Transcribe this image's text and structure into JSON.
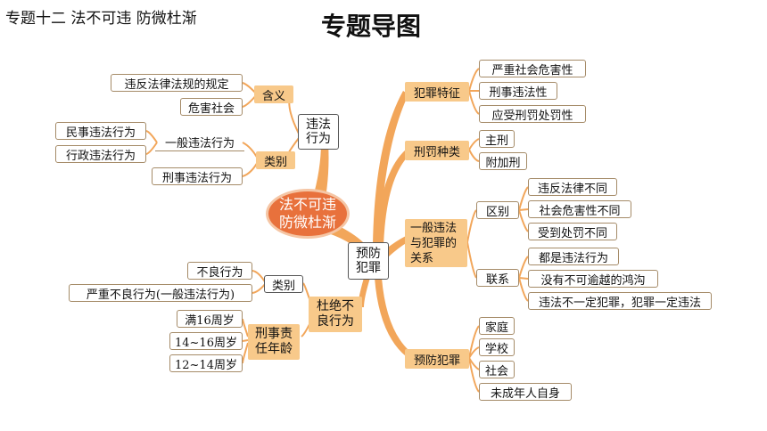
{
  "header": {
    "topic": "专题十二  法不可违  防微杜渐",
    "main_title": "专题导图"
  },
  "center": "法不可违防微杜渐",
  "left": {
    "illegal_act": {
      "label": "违法行为",
      "meaning": {
        "label": "含义",
        "items": [
          "违反法律法规的规定",
          "危害社会"
        ]
      },
      "types": {
        "label": "类别",
        "general_label": "一般违法行为",
        "general_items": [
          "民事违法行为",
          "行政违法行为"
        ],
        "criminal": "刑事违法行为"
      }
    },
    "prevent_bad": {
      "label": "杜绝不良行为",
      "types": {
        "label": "类别",
        "items": [
          "不良行为",
          "严重不良行为(一般违法行为)"
        ]
      },
      "age": {
        "label": "刑事责任年龄",
        "items": [
          "满16周岁",
          "14~16周岁",
          "12~14周岁"
        ]
      }
    }
  },
  "right": {
    "prevent_crime_hub": "预防犯罪",
    "crime_features": {
      "label": "犯罪特征",
      "items": [
        "严重社会危害性",
        "刑事违法性",
        "应受刑罚处罚性"
      ]
    },
    "punishment_types": {
      "label": "刑罚种类",
      "items": [
        "主刑",
        "附加刑"
      ]
    },
    "relation": {
      "label": "一般违法与犯罪的关系",
      "difference": {
        "label": "区别",
        "items": [
          "违反法律不同",
          "社会危害性不同",
          "受到处罚不同"
        ]
      },
      "connection": {
        "label": "联系",
        "items": [
          "都是违法行为",
          "没有不可逾越的鸿沟",
          "违法不一定犯罪，犯罪一定违法"
        ]
      }
    },
    "prevent_crime": {
      "label": "预防犯罪",
      "items": [
        "家庭",
        "学校",
        "社会",
        "未成年人自身"
      ]
    }
  },
  "colors": {
    "branch": "#f2a65a",
    "center": "#e8713c",
    "leaf_border": "#a58b68",
    "orange_box": "#f8c98a"
  }
}
